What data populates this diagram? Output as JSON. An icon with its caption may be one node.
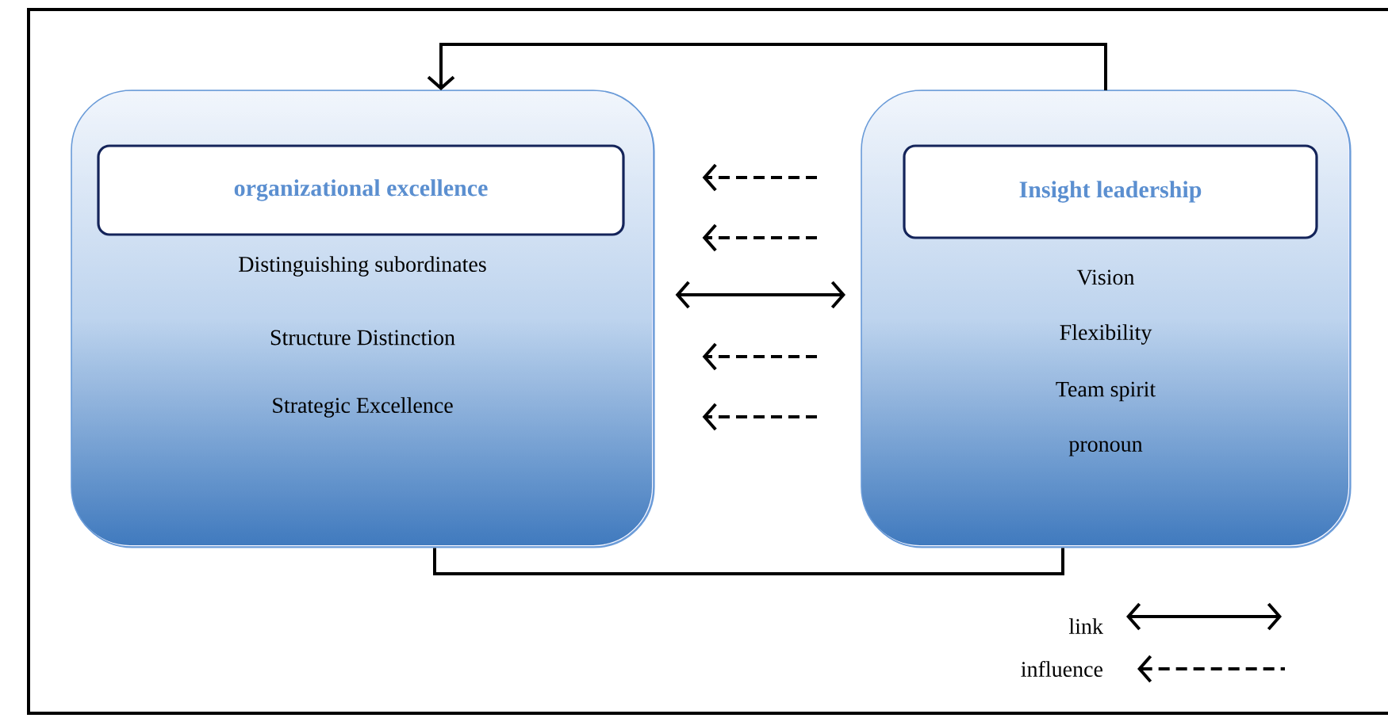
{
  "diagram": {
    "nodes": [
      {
        "text": [
          "Distinguishing subordinates",
          "Structure Distinction",
          "Strategic Excellence"
        ]
      },
      {
        "text": [
          "organizational excellence"
        ],
        "in": 0
      },
      {
        "text": [
          "Vision",
          "Flexibility",
          "Team spirit",
          "pronoun"
        ]
      },
      {
        "text": [
          "Insight leadership"
        ],
        "in": 2
      }
    ],
    "edges": [
      {
        "from": 2,
        "to": 0,
        "arrow": "to"
      },
      {
        "from": 0,
        "to": 2,
        "arrow": "none"
      },
      {
        "from": 2,
        "to": 0,
        "arrow": "to",
        "style": "dashed"
      },
      {
        "from": 2,
        "to": 0,
        "arrow": "to",
        "style": "dashed"
      },
      {
        "from": 0,
        "to": 2,
        "arrow": "both"
      },
      {
        "from": 2,
        "to": 0,
        "arrow": "to",
        "style": "dashed"
      },
      {
        "from": 2,
        "to": 0,
        "arrow": "to",
        "style": "dashed"
      }
    ],
    "legend": [
      {
        "text": "link"
      },
      {
        "text": "influence"
      }
    ]
  }
}
